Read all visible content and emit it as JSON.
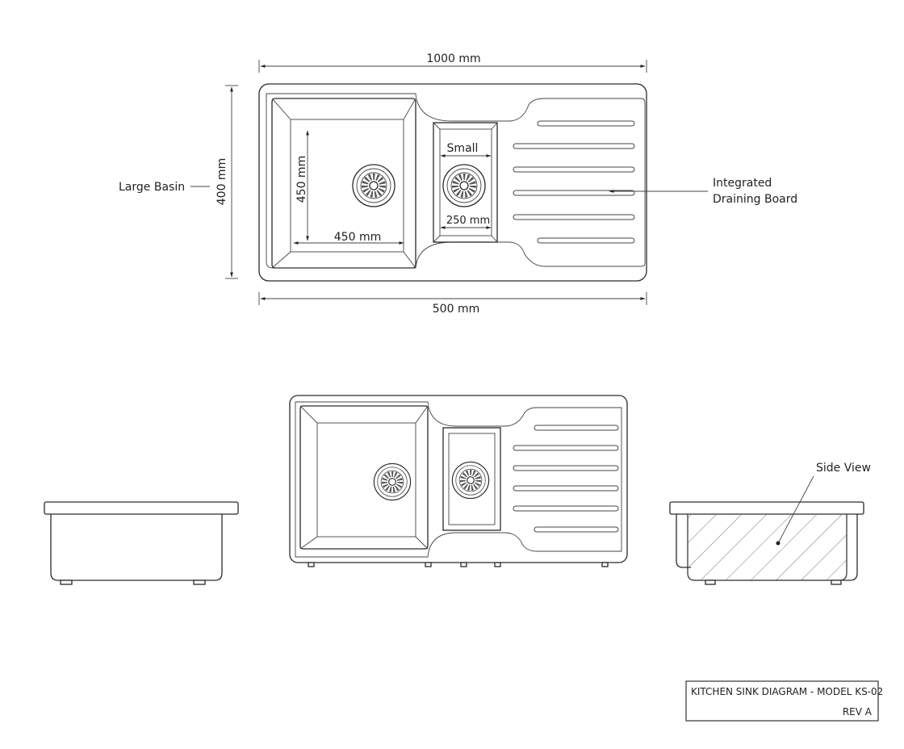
{
  "dimensions": {
    "overall_length": "1000 mm",
    "overall_width_bottom": "500 mm",
    "overall_depth": "400 mm",
    "large_basin_height": "450 mm",
    "large_basin_width": "450 mm",
    "small_basin_label": "Small",
    "small_basin_width": "250 mm"
  },
  "callouts": {
    "large_basin": "Large Basin",
    "draining_board_line1": "Integrated",
    "draining_board_line2": "Draining Board",
    "side_view": "Side View"
  },
  "title_block": {
    "title": "KITCHEN SINK DIAGRAM - MODEL KS-02",
    "revision": "REV A"
  },
  "colors": {
    "line": "#2a2a2a",
    "background": "#ffffff"
  }
}
